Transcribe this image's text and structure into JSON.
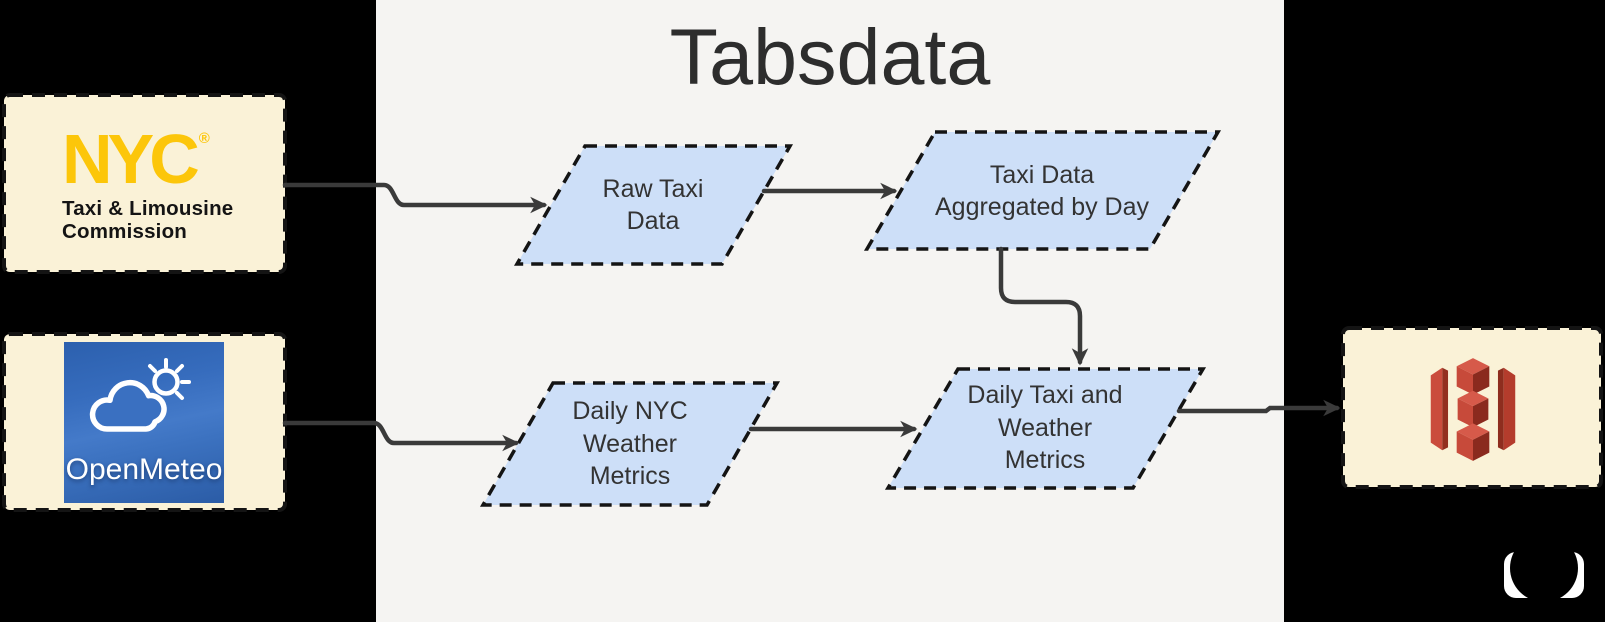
{
  "title": "Tabsdata",
  "sources": {
    "nyc_tlc": {
      "icon": "nyc-tlc-logo",
      "logo_text": "NYC",
      "registered_mark": "®",
      "line1": "Taxi & Limousine",
      "line2": "Commission"
    },
    "open_meteo": {
      "icon": "cloud-sun-icon",
      "label": "OpenMeteo"
    }
  },
  "sink": {
    "icon": "aws-s3-bucket-icon"
  },
  "nodes": [
    {
      "id": "raw-taxi-data",
      "label": "Raw Taxi\nData"
    },
    {
      "id": "taxi-data-aggregated-by-day",
      "label": "Taxi Data\nAggregated by Day"
    },
    {
      "id": "daily-nyc-weather-metrics",
      "label": "Daily NYC\nWeather\nMetrics"
    },
    {
      "id": "daily-taxi-and-weather-metrics",
      "label": "Daily Taxi and\nWeather\nMetrics"
    }
  ],
  "edges": [
    {
      "from": "nyc-tlc",
      "to": "raw-taxi-data"
    },
    {
      "from": "raw-taxi-data",
      "to": "taxi-data-aggregated-by-day"
    },
    {
      "from": "taxi-data-aggregated-by-day",
      "to": "daily-taxi-and-weather-metrics"
    },
    {
      "from": "open-meteo",
      "to": "daily-nyc-weather-metrics"
    },
    {
      "from": "daily-nyc-weather-metrics",
      "to": "daily-taxi-and-weather-metrics"
    },
    {
      "from": "daily-taxi-and-weather-metrics",
      "to": "s3-bucket"
    }
  ],
  "watermark": {
    "icon": "circle-logo-watermark"
  },
  "colors": {
    "canvas_background": "#000000",
    "panel": "#f5f4f2",
    "source_box_fill": "#faf2d7",
    "node_fill": "#cddff8",
    "dashed_border": "#141414",
    "arrow": "#3a3a3a",
    "title_text": "#2d2d2d",
    "node_text": "#333333",
    "nyc_yellow": "#fcc60a",
    "open_meteo_blue": "#3a70c1",
    "s3_red": "#c74a3a"
  }
}
